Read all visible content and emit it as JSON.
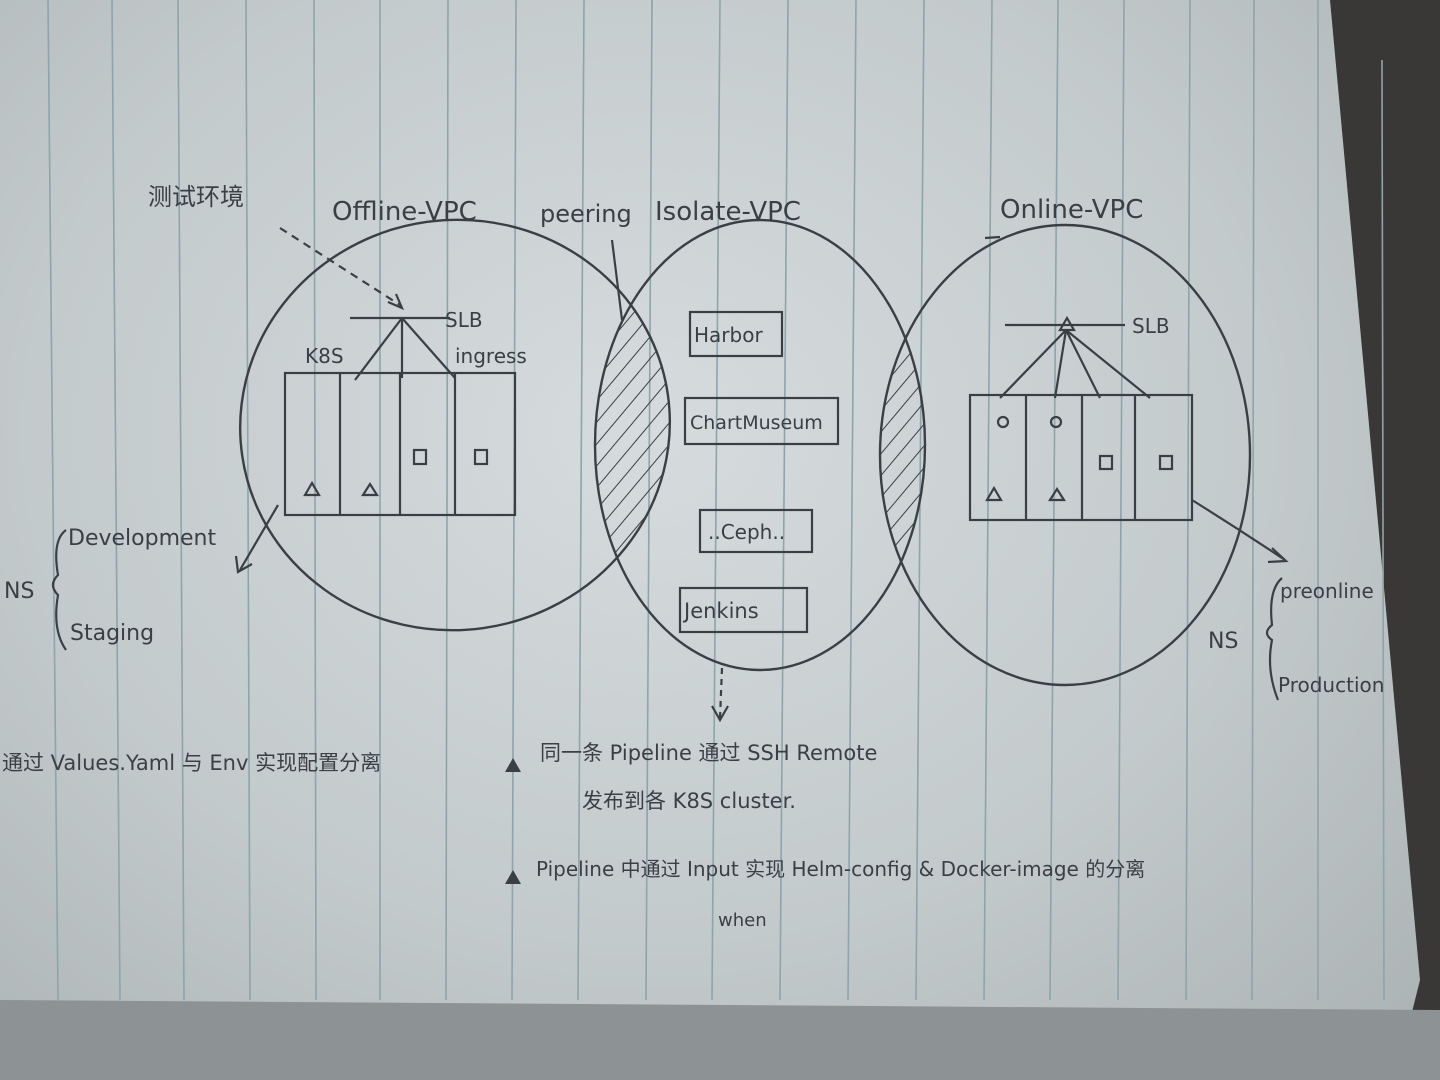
{
  "colors": {
    "paper": "#c8cfd1",
    "ink": "#3a3f44",
    "ruling": "#8fa3ab",
    "background": "#2a2a2a"
  },
  "labels": {
    "test_env_cn": "测试环境",
    "offline_vpc": "Offline-VPC",
    "peering": "peering",
    "isolate_vpc": "Isolate-VPC",
    "online_vpc": "Online-VPC",
    "slb_left": "SLB",
    "slb_right": "SLB",
    "k8s": "K8S",
    "ingress": "ingress",
    "harbor": "Harbor",
    "chartmuseum": "ChartMuseum",
    "ceph": "..Ceph..",
    "jenkins": "Jenkins",
    "ns_left": "NS",
    "development": "Development",
    "staging": "Staging",
    "ns_right": "NS",
    "preonline": "preonline",
    "production": "Production"
  },
  "notes": {
    "values_yaml": "通过 Values.Yaml 与 Env 实现配置分离",
    "pipeline_ssh_1": "同一条 Pipeline 通过 SSH Remote",
    "pipeline_ssh_2": "发布到各 K8S cluster.",
    "pipeline_input": "Pipeline 中通过 Input 实现 Helm-config & Docker-image 的分离",
    "when": "when"
  }
}
